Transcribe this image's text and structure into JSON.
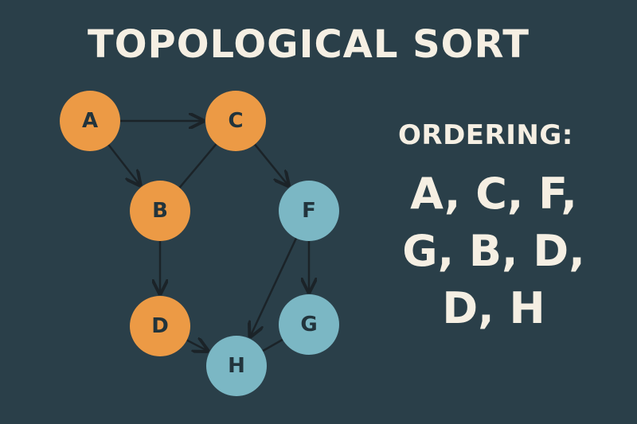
{
  "title": "TOPOLOGICAL SORT",
  "colors": {
    "background": "#2a3f49",
    "orange_node": "#ec9a45",
    "teal_node": "#7bb7c4",
    "edge": "#1b2328",
    "text": "#f5efe3",
    "node_text": "#22343c"
  },
  "graph": {
    "nodes": [
      {
        "id": "A",
        "label": "A",
        "color": "orange"
      },
      {
        "id": "C",
        "label": "C",
        "color": "orange"
      },
      {
        "id": "B",
        "label": "B",
        "color": "orange"
      },
      {
        "id": "F",
        "label": "F",
        "color": "teal"
      },
      {
        "id": "D",
        "label": "D",
        "color": "orange"
      },
      {
        "id": "G",
        "label": "G",
        "color": "teal"
      },
      {
        "id": "H",
        "label": "H",
        "color": "teal"
      }
    ],
    "edges": [
      {
        "from": "A",
        "to": "C",
        "arrow": true
      },
      {
        "from": "A",
        "to": "B",
        "arrow": true
      },
      {
        "from": "C",
        "to": "B",
        "arrow": false
      },
      {
        "from": "C",
        "to": "F",
        "arrow": true
      },
      {
        "from": "B",
        "to": "D",
        "arrow": true
      },
      {
        "from": "F",
        "to": "G",
        "arrow": true
      },
      {
        "from": "F",
        "to": "H",
        "arrow": true
      },
      {
        "from": "D",
        "to": "H",
        "arrow": true
      },
      {
        "from": "G",
        "to": "H",
        "arrow": false
      }
    ]
  },
  "ordering": {
    "heading": "ORDERING:",
    "lines": [
      "A, C, F,",
      "G, B, D,",
      "D, H"
    ]
  }
}
